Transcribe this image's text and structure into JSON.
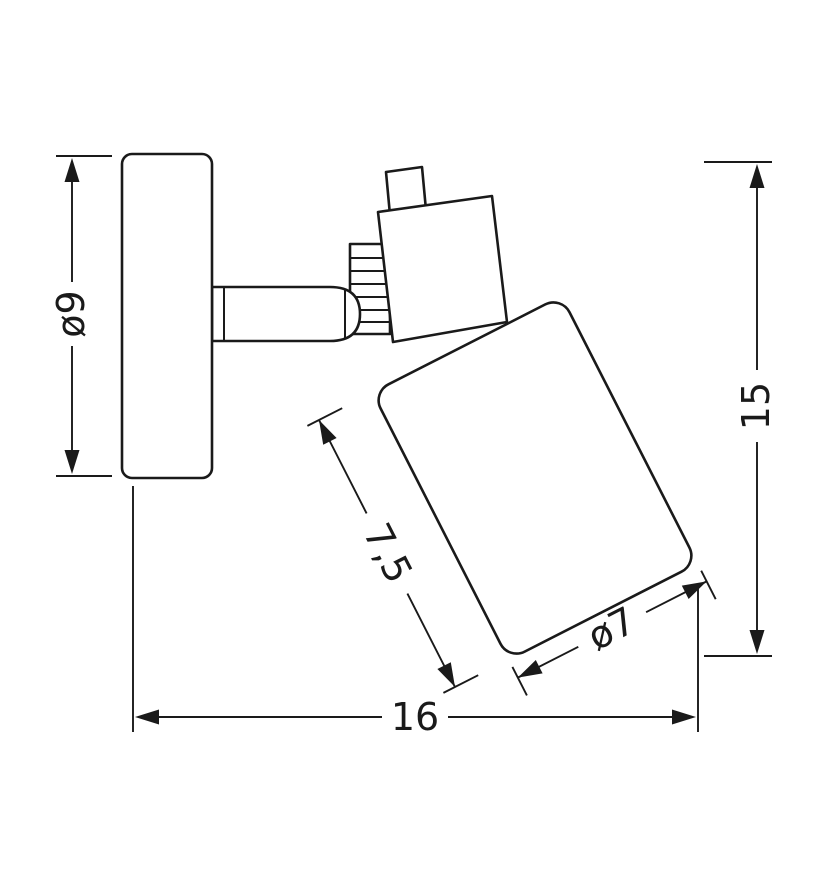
{
  "drawing": {
    "type": "technical-dimension-drawing",
    "subject": "wall-mounted-spotlight",
    "colors": {
      "line": "#1a1a1a",
      "background": "#ffffff"
    },
    "parts": [
      "wall-plate",
      "mounting-arm",
      "hinge-joint",
      "adjustment-knob",
      "lamp-housing",
      "lamp-shade"
    ],
    "dimensions": {
      "plate_diameter": "ø9",
      "total_height": "15",
      "total_depth": "16",
      "shade_height": "7,5",
      "shade_diameter": "ø7"
    }
  }
}
